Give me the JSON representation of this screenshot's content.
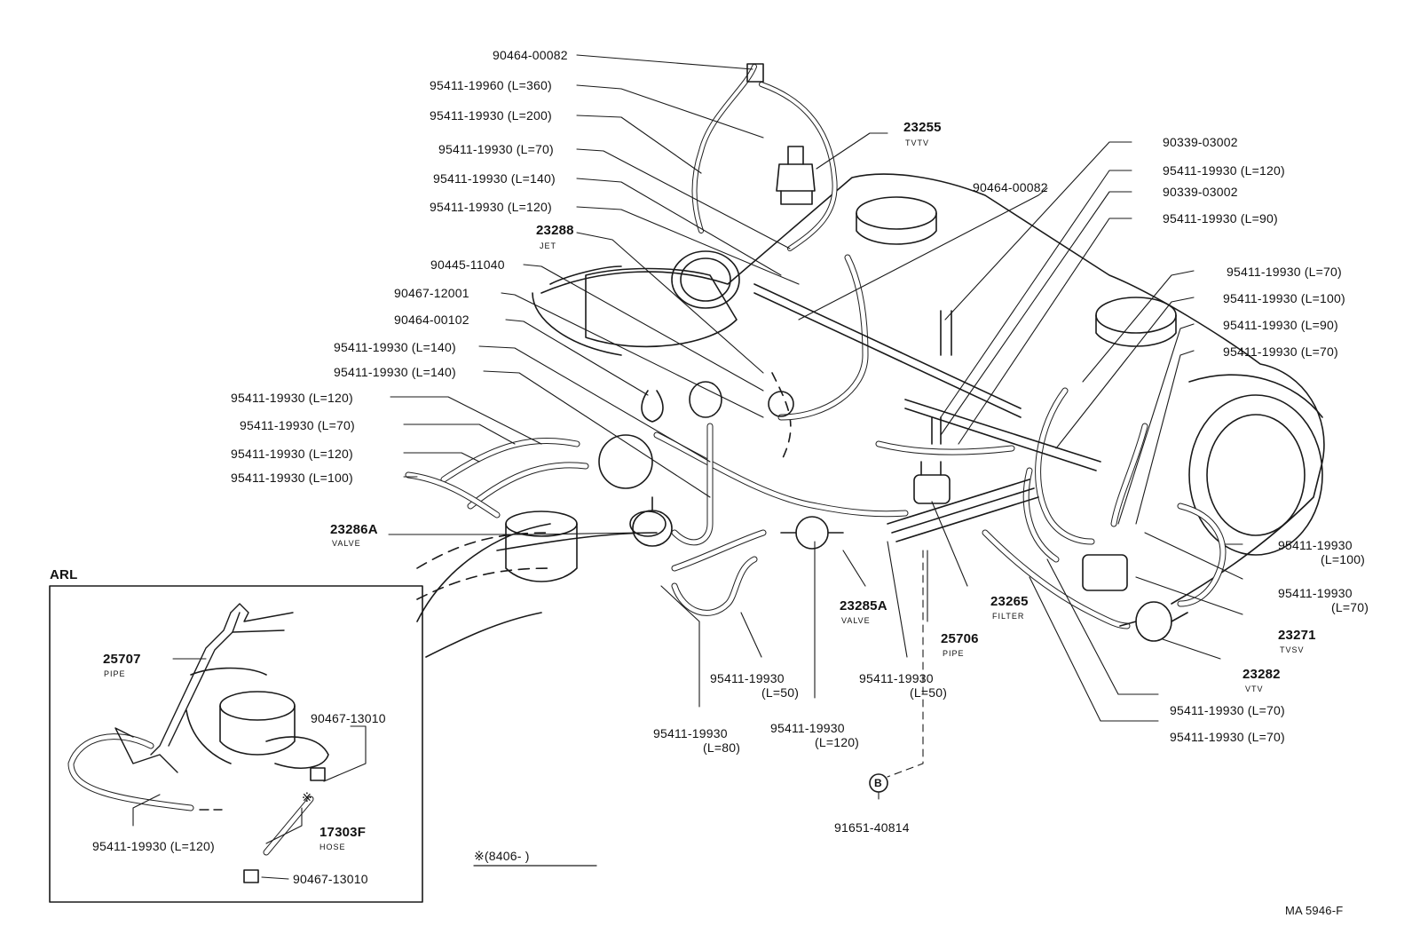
{
  "diagram": {
    "code": "MA 5946-F",
    "note": "※(8406-      )",
    "labels": [
      {
        "id": "l01",
        "text": "90464-00082"
      },
      {
        "id": "l02",
        "text": "95411-19960 (L=360)"
      },
      {
        "id": "l03",
        "text": "95411-19930 (L=200)"
      },
      {
        "id": "l04",
        "text": "95411-19930 (L=70)"
      },
      {
        "id": "l05",
        "text": "95411-19930 (L=140)"
      },
      {
        "id": "l06",
        "text": "95411-19930 (L=120)"
      },
      {
        "id": "l07",
        "text": "23288"
      },
      {
        "id": "l08",
        "text": "90445-11040"
      },
      {
        "id": "l09",
        "text": "90467-12001"
      },
      {
        "id": "l10",
        "text": "90464-00102"
      },
      {
        "id": "l11",
        "text": "95411-19930 (L=140)"
      },
      {
        "id": "l12",
        "text": "95411-19930 (L=140)"
      },
      {
        "id": "l13",
        "text": "95411-19930 (L=120)"
      },
      {
        "id": "l14",
        "text": "95411-19930 (L=70)"
      },
      {
        "id": "l15",
        "text": "95411-19930 (L=120)"
      },
      {
        "id": "l16",
        "text": "95411-19930 (L=100)"
      },
      {
        "id": "l17",
        "text": "23286A"
      },
      {
        "id": "l18",
        "text": "23255"
      },
      {
        "id": "l19",
        "text": "90464-00082"
      },
      {
        "id": "l20",
        "text": "90339-03002"
      },
      {
        "id": "l21",
        "text": "95411-19930 (L=120)"
      },
      {
        "id": "l22",
        "text": "90339-03002"
      },
      {
        "id": "l23",
        "text": "95411-19930 (L=90)"
      },
      {
        "id": "l24",
        "text": "95411-19930 (L=70)"
      },
      {
        "id": "l25",
        "text": "95411-19930 (L=100)"
      },
      {
        "id": "l26",
        "text": "95411-19930 (L=90)"
      },
      {
        "id": "l27",
        "text": "95411-19930 (L=70)"
      },
      {
        "id": "l28",
        "text": "95411-19930"
      },
      {
        "id": "l29",
        "text": "(L=100)"
      },
      {
        "id": "l30",
        "text": "95411-19930"
      },
      {
        "id": "l31",
        "text": "(L=70)"
      },
      {
        "id": "l32",
        "text": "23271"
      },
      {
        "id": "l33",
        "text": "23282"
      },
      {
        "id": "l34",
        "text": "95411-19930 (L=70)"
      },
      {
        "id": "l35",
        "text": "95411-19930 (L=70)"
      },
      {
        "id": "l36",
        "text": "23285A"
      },
      {
        "id": "l37",
        "text": "23265"
      },
      {
        "id": "l38",
        "text": "25706"
      },
      {
        "id": "l39",
        "text": "95411-19930"
      },
      {
        "id": "l40",
        "text": "(L=50)"
      },
      {
        "id": "l41",
        "text": "95411-19930"
      },
      {
        "id": "l42",
        "text": "(L=50)"
      },
      {
        "id": "l43",
        "text": "95411-19930"
      },
      {
        "id": "l44",
        "text": "(L=120)"
      },
      {
        "id": "l45",
        "text": "95411-19930"
      },
      {
        "id": "l46",
        "text": "(L=80)"
      },
      {
        "id": "l47",
        "text": "91651-40814"
      },
      {
        "id": "l48",
        "text": "B"
      }
    ],
    "captions": [
      {
        "id": "c01",
        "text": "TVTV"
      },
      {
        "id": "c02",
        "text": "JET"
      },
      {
        "id": "c03",
        "text": "VALVE"
      },
      {
        "id": "c04",
        "text": "VALVE"
      },
      {
        "id": "c05",
        "text": "FILTER"
      },
      {
        "id": "c06",
        "text": "PIPE"
      },
      {
        "id": "c07",
        "text": "TVSV"
      },
      {
        "id": "c08",
        "text": "VTV"
      }
    ],
    "inset": {
      "title": "ARL",
      "labels": [
        {
          "id": "i01",
          "text": "25707"
        },
        {
          "id": "i02",
          "text": "90467-13010"
        },
        {
          "id": "i03",
          "text": "※"
        },
        {
          "id": "i04",
          "text": "17303F"
        },
        {
          "id": "i05",
          "text": "95411-19930 (L=120)"
        },
        {
          "id": "i06",
          "text": "90467-13010"
        }
      ],
      "captions": [
        {
          "id": "ic1",
          "text": "PIPE"
        },
        {
          "id": "ic2",
          "text": "HOSE"
        }
      ]
    }
  }
}
